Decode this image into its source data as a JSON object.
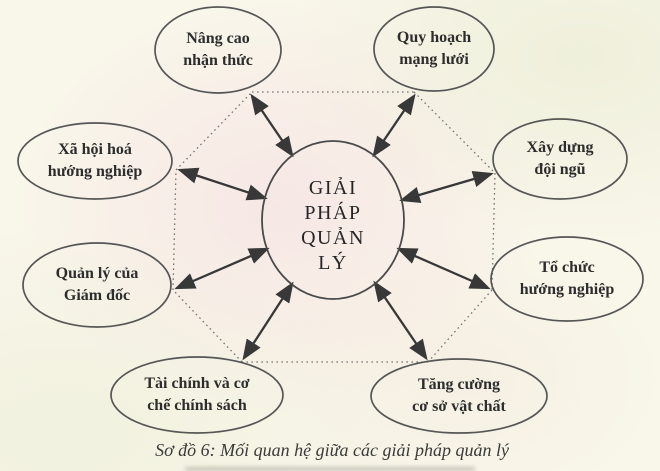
{
  "diagram": {
    "center": {
      "lines": [
        "GIẢI",
        "PHÁP",
        "QUẢN",
        "LÝ"
      ]
    },
    "nodes": [
      {
        "id": "nang-cao-nhan-thuc",
        "line1": "Nâng cao",
        "line2": "nhận thức"
      },
      {
        "id": "quy-hoach-mang-luoi",
        "line1": "Quy hoạch",
        "line2": "mạng lưới"
      },
      {
        "id": "xa-hoi-hoa-huong-nghiep",
        "line1": "Xã hội hoá",
        "line2": "hướng nghiệp"
      },
      {
        "id": "xay-dung-doi-ngu",
        "line1": "Xây dựng",
        "line2": "đội ngũ"
      },
      {
        "id": "quan-ly-cua-giam-doc",
        "line1": "Quản lý của",
        "line2": "Giám đốc"
      },
      {
        "id": "to-chuc-huong-nghiep",
        "line1": "Tổ chức",
        "line2": "hướng nghiệp"
      },
      {
        "id": "tai-chinh-co-che",
        "line1": "Tài chính và cơ",
        "line2": "chế chính sách"
      },
      {
        "id": "tang-cuong-vat-chat",
        "line1": "Tăng cường",
        "line2": "cơ sở vật chất"
      }
    ],
    "caption": "Sơ đồ 6: Mối quan hệ giữa các giải pháp quản lý",
    "colors": {
      "paper": "#f9f6ea",
      "ink": "#2d2d2d",
      "ellipse_stroke": "#565656",
      "arrow": "#383838",
      "dotted_line": "#767676"
    }
  }
}
